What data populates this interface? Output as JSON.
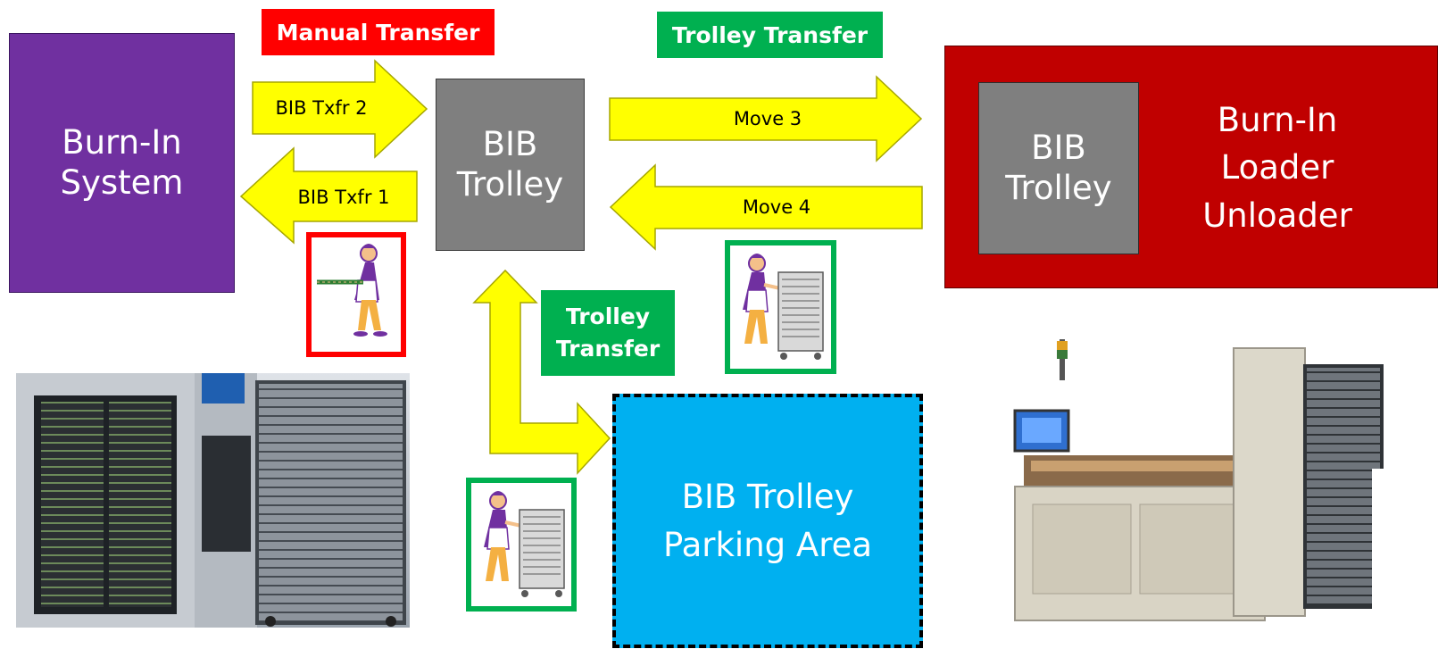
{
  "colors": {
    "purple": "#7030a0",
    "gray": "#7f7f7f",
    "dark_red": "#c00000",
    "red": "#ff0000",
    "green": "#00b050",
    "blue": "#00b0f0",
    "yellow": "#ffff00"
  },
  "boxes": {
    "burn_in_system": "Burn-In\nSystem",
    "bib_trolley_center": "BIB\nTrolley",
    "loader_unloader": "Burn-In\nLoader\nUnloader",
    "bib_trolley_inner": "BIB\nTrolley",
    "parking_area": "BIB Trolley\nParking Area"
  },
  "tags": {
    "manual_transfer": "Manual Transfer",
    "trolley_transfer_top": "Trolley Transfer",
    "trolley_transfer_mid": "Trolley\nTransfer"
  },
  "arrows": {
    "bib_txfr_2": "BIB Txfr 2",
    "bib_txfr_1": "BIB Txfr 1",
    "move_3": "Move 3",
    "move_4": "Move 4"
  },
  "icons": {
    "worker_carrying_board": "worker-carrying-board-icon",
    "worker_pushing_trolley": "worker-pushing-trolley-icon",
    "burn_in_system_photo": "burn-in-system-photo",
    "loader_unloader_photo": "loader-unloader-photo"
  }
}
